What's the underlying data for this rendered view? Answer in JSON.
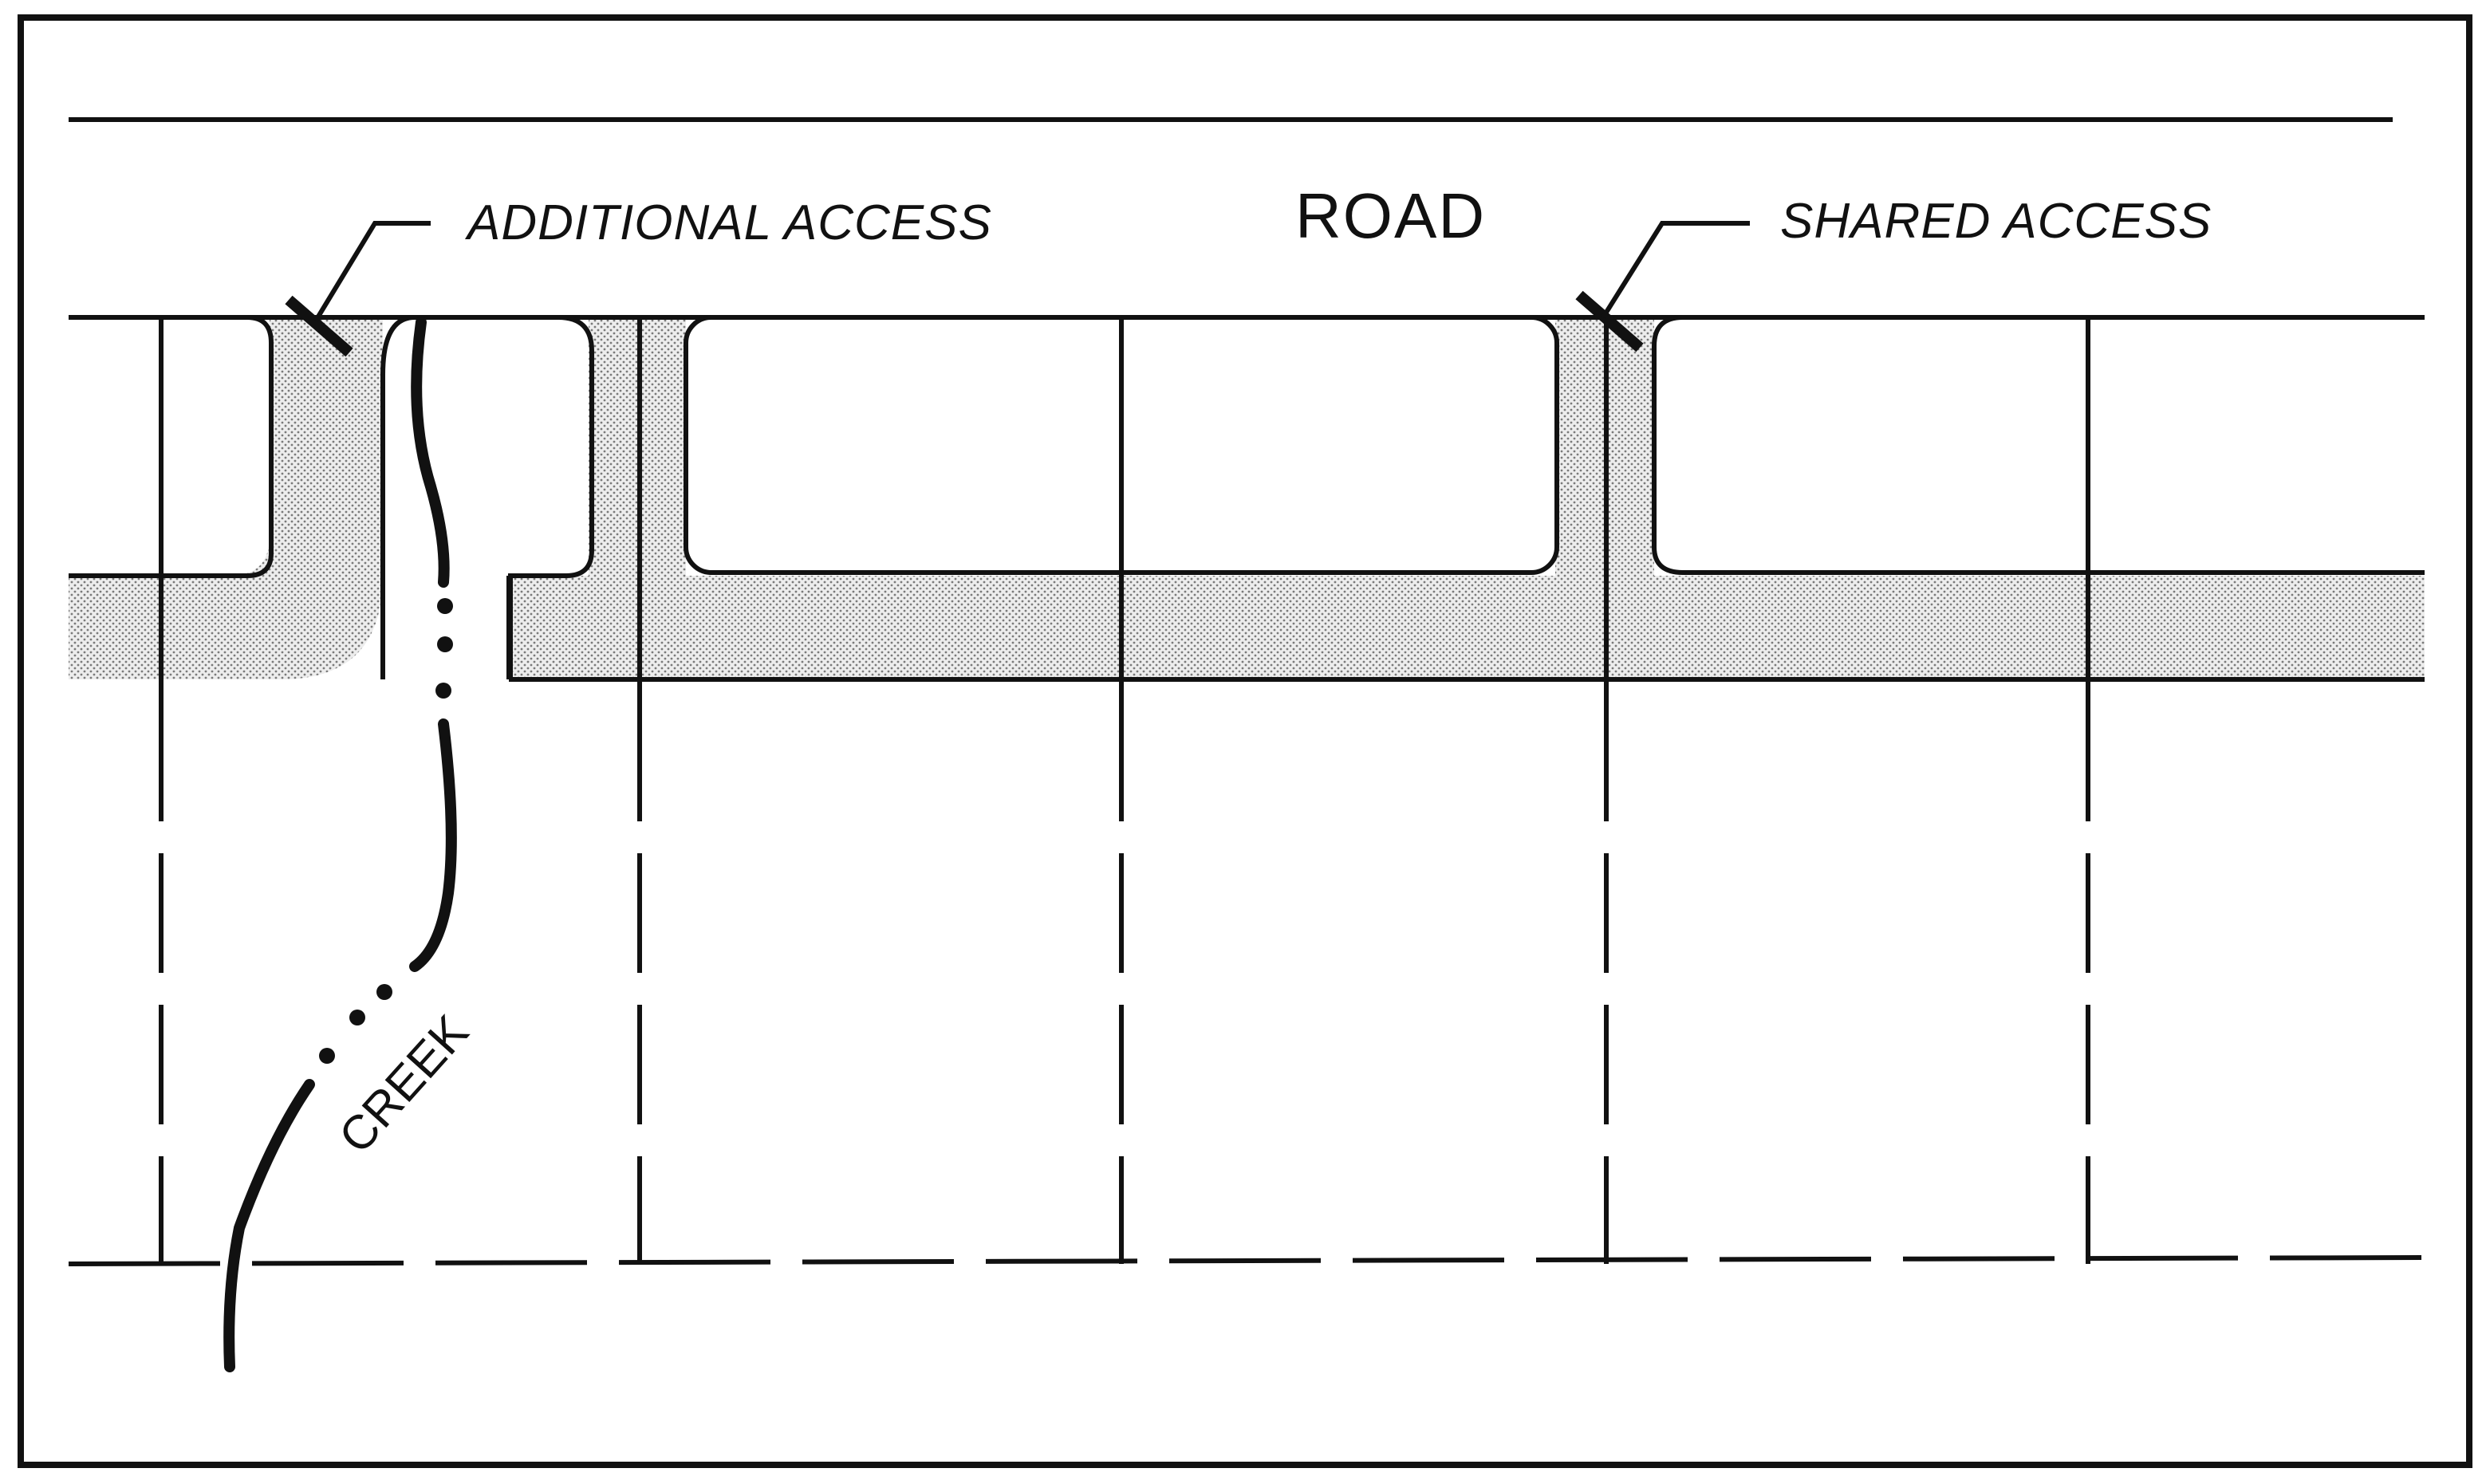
{
  "labels": {
    "additional_access": "ADDITIONAL ACCESS",
    "road": "ROAD",
    "shared_access": "SHARED ACCESS",
    "creek": "CREEK"
  },
  "colors": {
    "ink": "#111111",
    "background": "#ffffff",
    "stipple": "#8a8a8a"
  }
}
